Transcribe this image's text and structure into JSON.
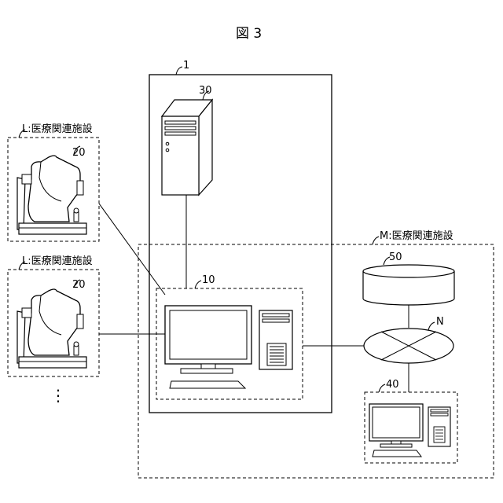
{
  "figure": {
    "title": "図 3"
  },
  "labels": {
    "system": "1",
    "clinic_top": "L:医療関連施設",
    "clinic_bottom": "L:医療関連施設",
    "facility_m": "M:医療関連施設",
    "server": "30",
    "device_top": "20",
    "device_bottom": "20",
    "terminal": "10",
    "database": "50",
    "network": "N",
    "pc": "40",
    "more": "⋮"
  }
}
